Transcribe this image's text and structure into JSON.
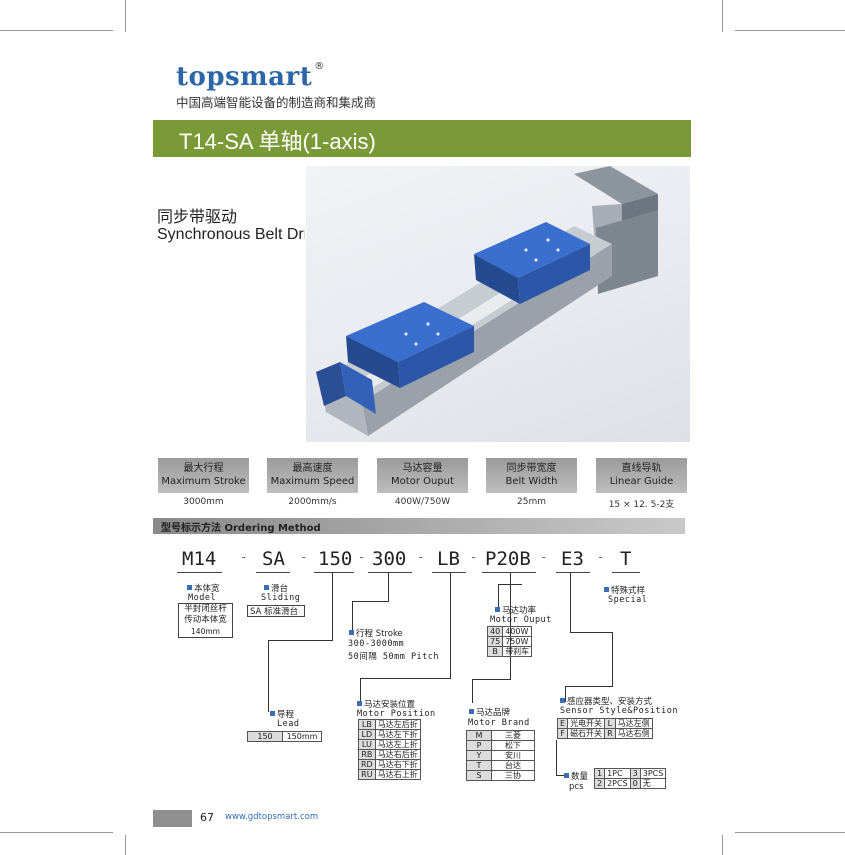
{
  "brand": {
    "logo": "topsmart",
    "reg": "®",
    "tagline": "中国高端智能设备的制造商和集成商"
  },
  "title": "T14-SA  单轴(1-axis)",
  "drive": {
    "cn": "同步带驱动",
    "en": "Synchronous Belt Drive"
  },
  "specs": [
    {
      "cn": "最大行程",
      "en": "Maximum Stroke",
      "value": "3000mm"
    },
    {
      "cn": "最高速度",
      "en": "Maximum Speed",
      "value": "2000mm/s"
    },
    {
      "cn": "马达容量",
      "en": "Motor Ouput",
      "value": "400W/750W"
    },
    {
      "cn": "同步带宽度",
      "en": "Belt Width",
      "value": "25mm"
    },
    {
      "cn": "直线导轨",
      "en": "Linear Guide",
      "value": "15 × 12. 5-2支"
    }
  ],
  "ordering": {
    "heading": "型号标示方法 Ordering Method",
    "code": [
      "M14",
      "SA",
      "150",
      "300",
      "LB",
      "P20B",
      "E3",
      "T"
    ],
    "sep": "-",
    "model": {
      "cn": "本体宽",
      "en": "Model",
      "rows": [
        "半封闭丝杆",
        "传动本体宽",
        "140mm"
      ]
    },
    "sliding": {
      "cn": "滑台",
      "en": "Sliding",
      "value": "SA 标准滑台"
    },
    "stroke": {
      "cn": "行程 Stroke",
      "range": "300-3000mm",
      "pitch": "50间隔 50mm Pitch"
    },
    "lead": {
      "cn": "导程",
      "en": "Lead",
      "code": "150",
      "value": "150mm"
    },
    "motor_output": {
      "cn": "马达功率",
      "en": "Motor Ouput",
      "rows": [
        [
          "40",
          "400W"
        ],
        [
          "75",
          "750W"
        ],
        [
          "B",
          "带刹车"
        ]
      ]
    },
    "motor_position": {
      "cn": "马达安装位置",
      "en": "Motor Position",
      "rows": [
        [
          "LB",
          "马达左后折"
        ],
        [
          "LD",
          "马达左下折"
        ],
        [
          "LU",
          "马达左上折"
        ],
        [
          "RB",
          "马达右后折"
        ],
        [
          "RD",
          "马达右下折"
        ],
        [
          "RU",
          "马达右上折"
        ]
      ]
    },
    "motor_brand": {
      "cn": "马达品牌",
      "en": "Motor Brand",
      "rows": [
        [
          "M",
          "三菱"
        ],
        [
          "P",
          "松下"
        ],
        [
          "Y",
          "安川"
        ],
        [
          "T",
          "台达"
        ],
        [
          "S",
          "三协"
        ]
      ]
    },
    "sensor": {
      "cn": "感应器类型、安装方式",
      "en": "Sensor Style&Position",
      "rows": [
        [
          "E",
          "光电开关",
          "L",
          "马达左侧"
        ],
        [
          "F",
          "磁石开关",
          "R",
          "马达右侧"
        ]
      ]
    },
    "qty": {
      "cn": "数量",
      "en": "pcs",
      "rows": [
        [
          "1",
          "1PC",
          "3",
          "3PCS"
        ],
        [
          "2",
          "2PCS",
          "0",
          "无"
        ]
      ]
    },
    "special": {
      "cn": "特殊式样",
      "en": "Special"
    }
  },
  "footer": {
    "page": "67",
    "url": "www.gdtopsmart.com"
  },
  "colors": {
    "title_bar": "#7a9a38",
    "logo": "#2a66a8",
    "slider": "#3a6fd0",
    "url": "#2f6db3"
  }
}
